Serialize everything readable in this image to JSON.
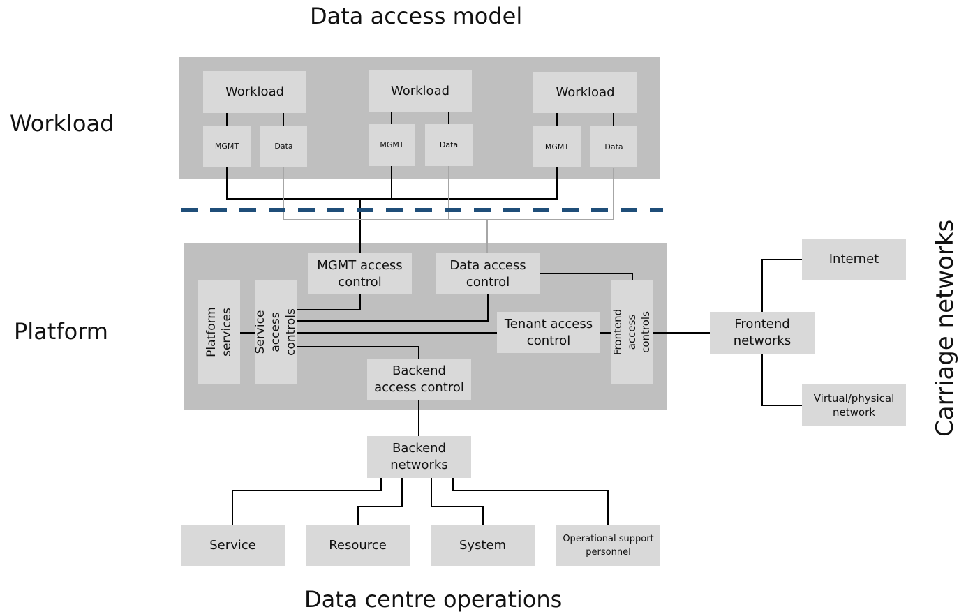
{
  "title": "Data access model",
  "section_labels": {
    "workload": "Workload",
    "platform": "Platform",
    "carriage": "Carriage networks",
    "operations": "Data centre operations"
  },
  "workload_units": [
    {
      "workload": "Workload",
      "mgmt": "MGMT",
      "data": "Data"
    },
    {
      "workload": "Workload",
      "mgmt": "MGMT",
      "data": "Data"
    },
    {
      "workload": "Workload",
      "mgmt": "MGMT",
      "data": "Data"
    }
  ],
  "platform": {
    "platform_services": "Platform services",
    "service_access_controls": "Service access controls",
    "mgmt_access_control": "MGMT access control",
    "data_access_control": "Data access control",
    "tenant_access_control": "Tenant access control",
    "frontend_access_controls": "Frontend access controls",
    "backend_access_control": "Backend access control"
  },
  "carriage": {
    "frontend_networks": "Frontend networks",
    "internet": "Internet",
    "virtual_physical_network": "Virtual/physical network"
  },
  "operations": {
    "backend_networks": "Backend networks",
    "service": "Service",
    "resource": "Resource",
    "system": "System",
    "operational_support": "Operational support personnel"
  },
  "colors": {
    "group_bg": "#bfbfbf",
    "box_bg": "#d9d9d9",
    "mgmt_line": "#000000",
    "data_line": "#a6a6a6",
    "boundary_dash": "#1f4e79"
  }
}
